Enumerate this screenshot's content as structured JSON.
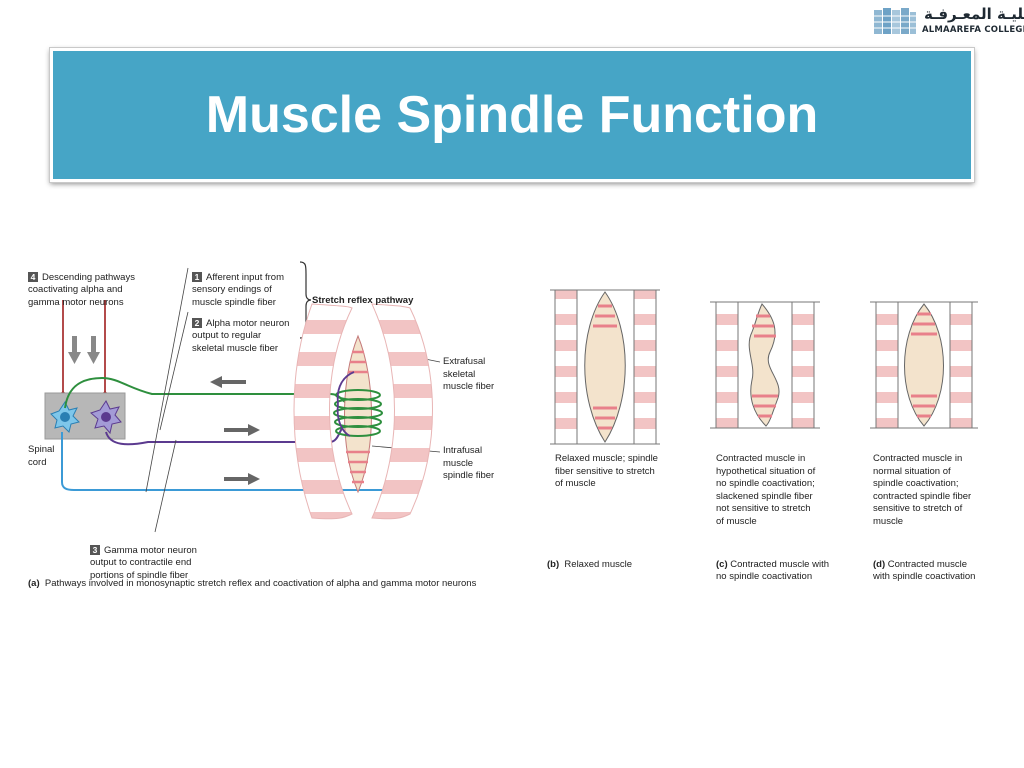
{
  "slide": {
    "title": "Muscle Spindle Function"
  },
  "logo": {
    "arabic_text": "كليـة المعـرفـة",
    "english_text": "ALMAAREFA COLLEGE"
  },
  "panel_a": {
    "label_4_number": "4",
    "label_4": "Descending pathways\ncoactivating alpha and\ngamma motor neurons",
    "label_1_number": "1",
    "label_1": "Afferent input from\nsensory endings of\nmuscle spindle fiber",
    "label_2_number": "2",
    "label_2": "Alpha motor neuron\noutput to regular\nskeletal muscle fiber",
    "stretch_reflex": "Stretch reflex pathway",
    "extrafusal": "Extrafusal\nskeletal\nmuscle fiber",
    "intrafusal": "Intrafusal\nmuscle\nspindle fiber",
    "spinal_cord": "Spinal\ncord",
    "label_3_number": "3",
    "label_3": "Gamma motor neuron\noutput to contractile end\nportions of spindle fiber",
    "caption_letter": "(a)",
    "caption": "Pathways involved in monosynaptic stretch reflex and coactivation of alpha and gamma motor neurons"
  },
  "panel_b": {
    "description": "Relaxed muscle; spindle\nfiber sensitive to stretch\nof muscle",
    "caption_letter": "(b)",
    "caption": "Relaxed muscle"
  },
  "panel_c": {
    "description": "Contracted muscle in\nhypothetical situation of\nno spindle coactivation;\nslackened spindle fiber\nnot sensitive to stretch\nof muscle",
    "caption_letter": "(c)",
    "caption": "Contracted muscle with\nno spindle coactivation"
  },
  "panel_d": {
    "description": "Contracted muscle in\nnormal situation of\nspindle coactivation;\ncontracted spindle fiber\nsensitive to stretch of\nmuscle",
    "caption_letter": "(d)",
    "caption": "Contracted muscle\nwith spindle coactivation"
  },
  "colors": {
    "banner": "#46a5c6",
    "alpha_motor": "#2e8f3e",
    "afferent": "#5b3a8f",
    "gamma_motor": "#3b9ad6",
    "descending": "#a01e1e",
    "fiber_stripe": "#f2c4c4",
    "spindle_fill": "#f3e3cc",
    "spindle_stripe": "#e8808a"
  }
}
